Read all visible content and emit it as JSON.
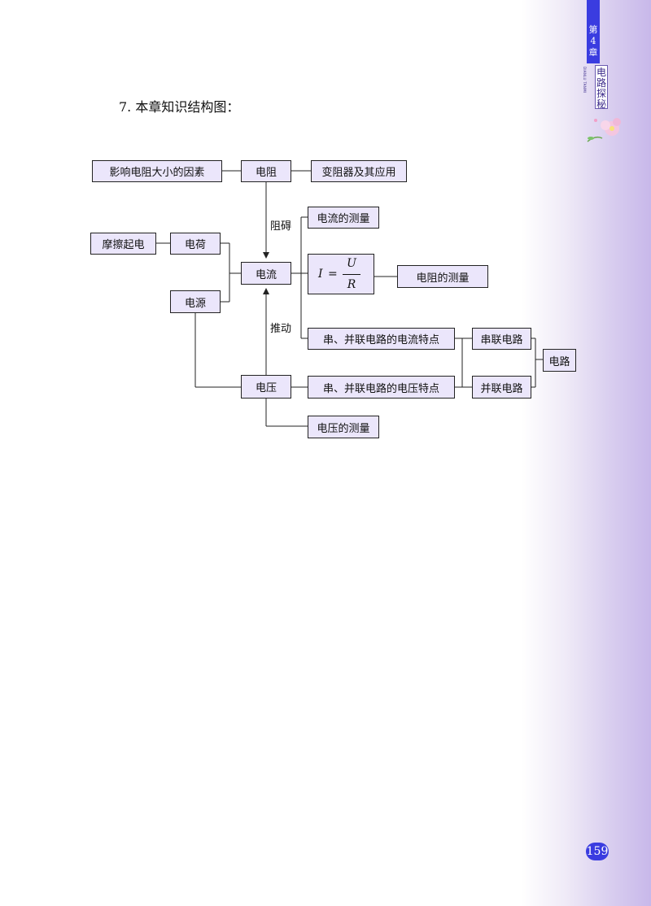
{
  "sidebar": {
    "chapter": "第4章",
    "chapter_title": "电路探秘",
    "pinyin": "DIANLU TANMI",
    "flower_icon": "flower-icon",
    "colors": {
      "tab": "#3a3ce0",
      "band": "#c8b8ea",
      "node_fill": "#ebe6fb"
    }
  },
  "heading": "7. 本章知识结构图：",
  "diagram": {
    "nodes": {
      "factors": "影响电阻大小的因素",
      "resistance": "电阻",
      "rheostat": "变阻器及其应用",
      "friction": "摩擦起电",
      "charge": "电荷",
      "source": "电源",
      "current": "电流",
      "voltage": "电压",
      "current_measure": "电流的测量",
      "resistance_measure": "电阻的测量",
      "series_parallel_current": "串、并联电路的电流特点",
      "series_parallel_voltage": "串、并联电路的电压特点",
      "series_circuit": "串联电路",
      "parallel_circuit": "并联电路",
      "circuit": "电路",
      "voltage_measure": "电压的测量"
    },
    "edge_labels": {
      "hinder": "阻碍",
      "drive": "推动"
    },
    "formula": {
      "lhs": "I",
      "eq": "=",
      "numerator": "U",
      "denominator": "R"
    }
  },
  "page_number": "159"
}
